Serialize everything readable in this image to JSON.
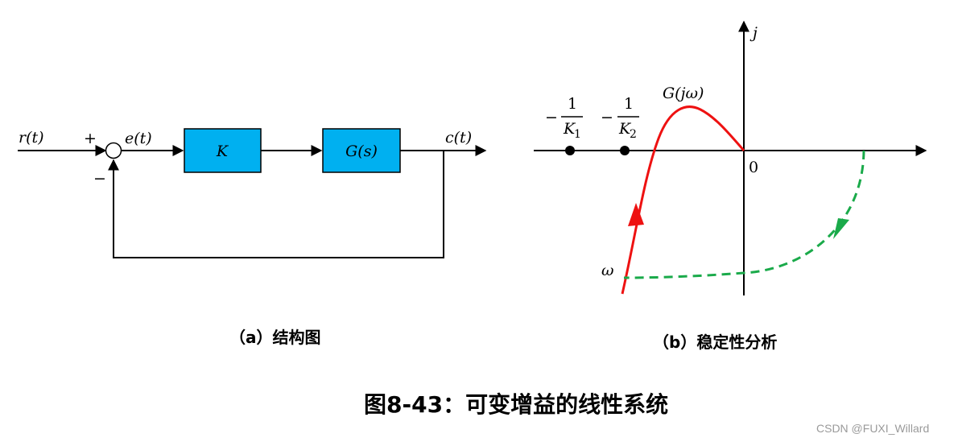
{
  "block_diagram": {
    "input_label": "r(t)",
    "error_label": "e(t)",
    "output_label": "c(t)",
    "plus_sign": "+",
    "minus_sign": "−",
    "gain_block": "K",
    "plant_block": "G(s)",
    "caption": "（a）结构图",
    "colors": {
      "block_fill": "#00b0f0"
    }
  },
  "nyquist_plot": {
    "imag_axis_label": "j",
    "origin_label": "0",
    "curve_label": "G(jω)",
    "omega_label": "ω",
    "point1_label": {
      "minus": "−",
      "numerator": "1",
      "denominator": "K",
      "subscript": "1"
    },
    "point2_label": {
      "minus": "−",
      "numerator": "1",
      "denominator": "K",
      "subscript": "2"
    },
    "caption": "（b）稳定性分析",
    "colors": {
      "curve": "#ee1111",
      "mirror_curve": "#1aaa4a"
    }
  },
  "figure_title": "图8-43：可变增益的线性系统",
  "watermark": "CSDN @FUXI_Willard"
}
